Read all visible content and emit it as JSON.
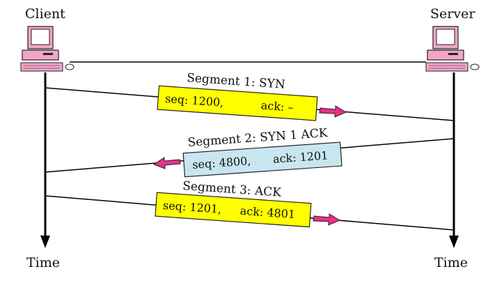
{
  "left_party": "Client",
  "right_party": "Server",
  "time_left": "Time",
  "time_right": "Time",
  "segments": [
    {
      "title": "Segment 1: SYN",
      "seq": "seq: 1200,",
      "ack": "ack: –",
      "color": "#ffff00"
    },
    {
      "title": "Segment 2: SYN 1 ACK",
      "seq": "seq: 4800,",
      "ack": "ack: 1201",
      "color": "#c8e6ef"
    },
    {
      "title": "Segment 3: ACK",
      "seq": "seq: 1201,",
      "ack": "ack: 4801",
      "color": "#ffff00"
    }
  ],
  "colors": {
    "arrow": "#e8308a",
    "computer": "#e8308a",
    "line": "#000000"
  }
}
